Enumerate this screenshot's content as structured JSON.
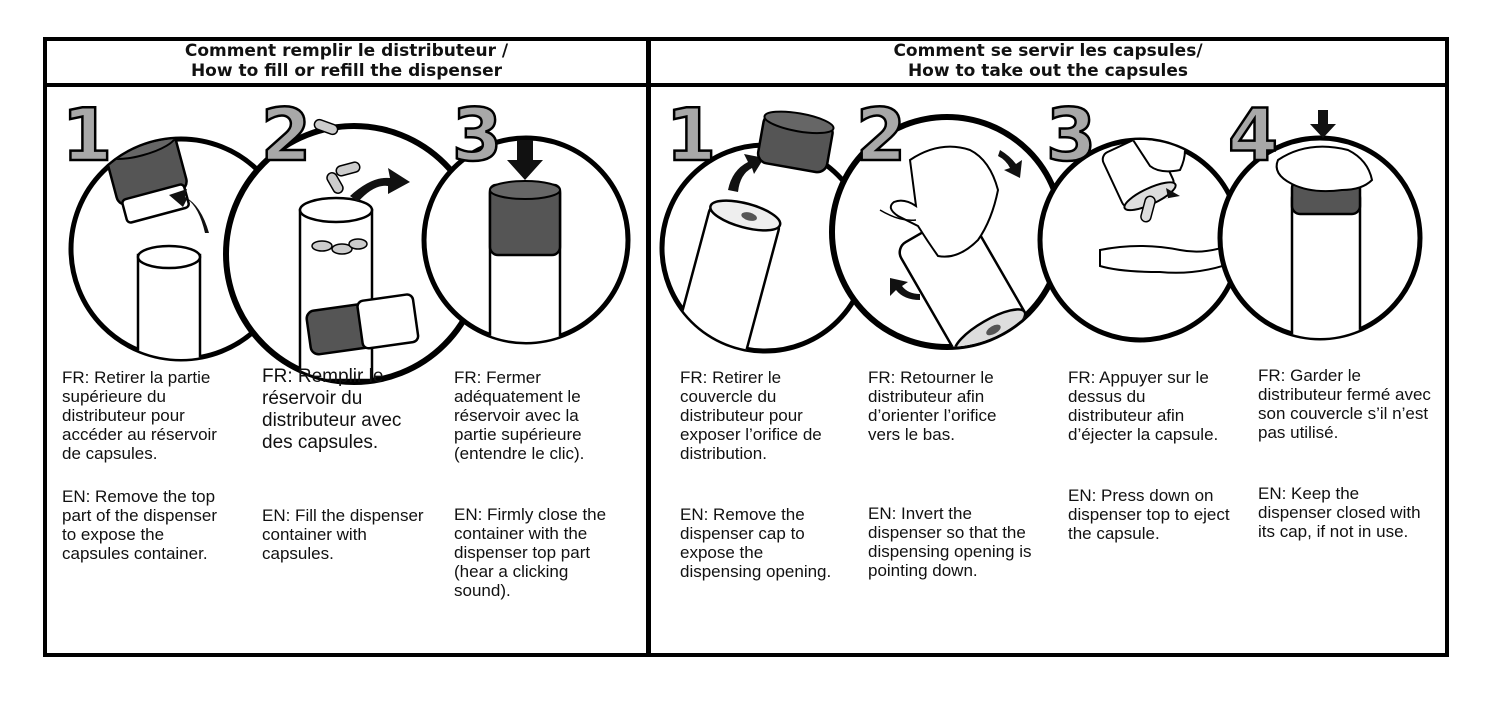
{
  "left_panel": {
    "title_fr": "Comment remplir le distributeur /",
    "title_en": "How to fill or refill the dispenser",
    "steps": [
      {
        "number": "1",
        "fr": "FR: Retirer la partie supérieure du distributeur pour accéder au réservoir de capsules.",
        "en": "EN: Remove the top part of the dispenser to expose the capsules container."
      },
      {
        "number": "2",
        "fr": "FR: Remplir le réservoir du distributeur avec des capsules.",
        "en": "EN: Fill the dispenser container with capsules."
      },
      {
        "number": "3",
        "fr": "FR: Fermer adéquatement le réservoir avec la partie supérieure (entendre le clic).",
        "en": "EN: Firmly close the container with the dispenser top part (hear a clicking sound)."
      }
    ]
  },
  "right_panel": {
    "title_fr": "Comment se servir les capsules/",
    "title_en": "How to take out the capsules",
    "steps": [
      {
        "number": "1",
        "fr": "FR: Retirer le couvercle du distributeur pour exposer l’orifice de distribution.",
        "en": "EN: Remove the dispenser cap to expose the dispensing opening."
      },
      {
        "number": "2",
        "fr": "FR: Retourner le distributeur afin d’orienter l’orifice vers le bas.",
        "en": "EN: Invert the dispenser  so that the dispensing opening is pointing down."
      },
      {
        "number": "3",
        "fr": "FR: Appuyer sur le dessus du distributeur afin d’éjecter la capsule.",
        "en": "EN: Press down on dispenser top to eject the capsule."
      },
      {
        "number": "4",
        "fr": "FR: Garder le distributeur fermé avec son couvercle s’il n’est pas utilisé.",
        "en": "EN: Keep the dispenser closed with its cap, if not in use."
      }
    ]
  },
  "colors": {
    "cap_dark": "#555555",
    "number_fill": "#a8a8a8",
    "outline": "#000000"
  }
}
